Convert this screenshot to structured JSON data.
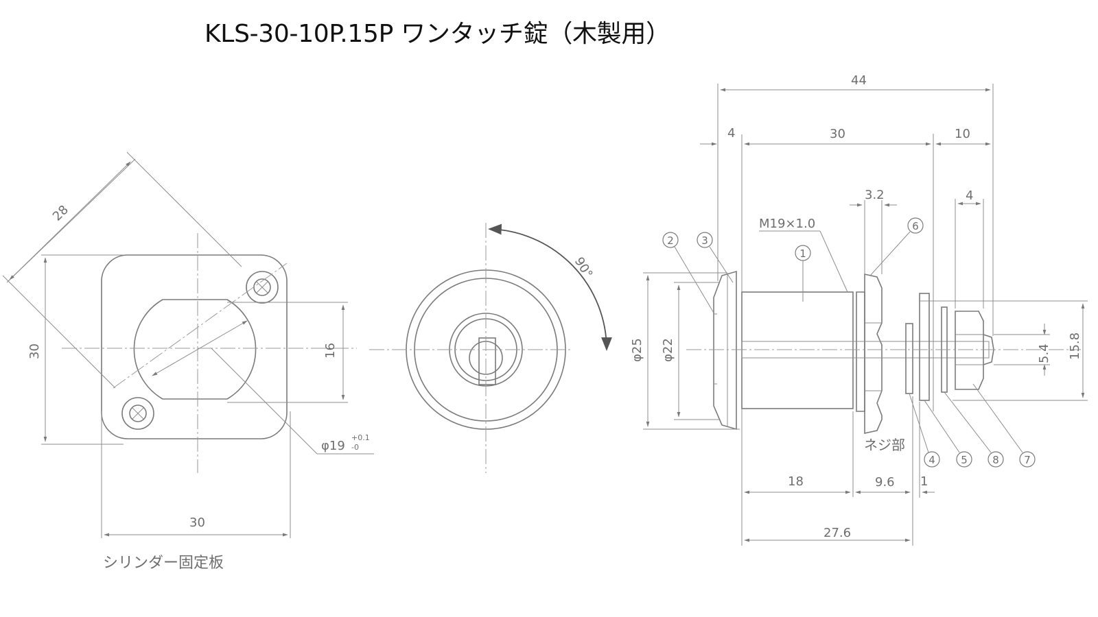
{
  "title": "KLS-30-10P.15P ワンタッチ錠（木製用）",
  "plate_view": {
    "caption": "シリンダー固定板",
    "dim_28": "28",
    "dim_30_left": "30",
    "dim_30_bottom": "30",
    "dim_16": "16",
    "dim_phi19": "φ19",
    "tol_upper": "+0.1",
    "tol_lower": "-0"
  },
  "front_view": {
    "angle": "90°"
  },
  "side_view": {
    "dim_44": "44",
    "dim_4_top": "4",
    "dim_30_top": "30",
    "dim_10": "10",
    "dim_3_2": "3.2",
    "dim_4_right": "4",
    "thread_label": "M19×1.0",
    "dim_phi25": "φ25",
    "dim_phi22": "φ22",
    "dim_5_4": "5.4",
    "dim_15_8": "15.8",
    "thread_part_label": "ネジ部",
    "dim_18": "18",
    "dim_9_6": "9.6",
    "dim_1": "1",
    "dim_27_6": "27.6",
    "part_1": "1",
    "part_2": "2",
    "part_3": "3",
    "part_4": "4",
    "part_5": "5",
    "part_6": "6",
    "part_7": "7",
    "part_8": "8"
  }
}
